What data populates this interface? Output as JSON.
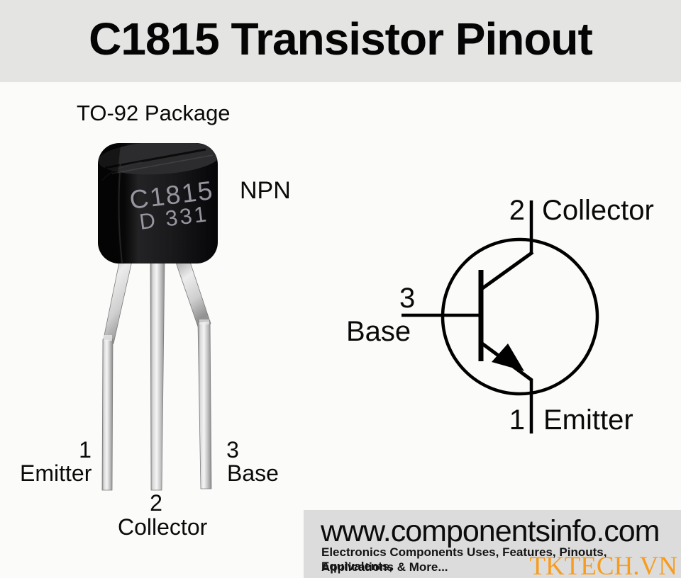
{
  "header": {
    "title": "C1815 Transistor Pinout"
  },
  "photo": {
    "package_label": "TO-92 Package",
    "type_label": "NPN",
    "body_marking_line1": "C1815",
    "body_marking_line2": "D 331",
    "pins": [
      {
        "number": "1",
        "name": "Emitter"
      },
      {
        "number": "2",
        "name": "Collector"
      },
      {
        "number": "3",
        "name": "Base"
      }
    ]
  },
  "schematic": {
    "collector": {
      "number": "2",
      "label": "Collector"
    },
    "base": {
      "number": "3",
      "label": "Base"
    },
    "emitter": {
      "number": "1",
      "label": "Emitter"
    }
  },
  "footer": {
    "website": "www.componentsinfo.com",
    "tagline_line1": "Electronics Components Uses, Features, Pinouts, Equivalents,",
    "tagline_line2": "Applications & More...",
    "watermark": "TKTECH.VN"
  },
  "colors": {
    "header_bg": "#e4e4e2",
    "footer_bg": "#dcdcdc",
    "watermark_orange": "#f79c1e",
    "package_black": "#121214",
    "marking_gray": "#98959f",
    "lead_silver": "#d9d9d9",
    "line_black": "#000000"
  }
}
